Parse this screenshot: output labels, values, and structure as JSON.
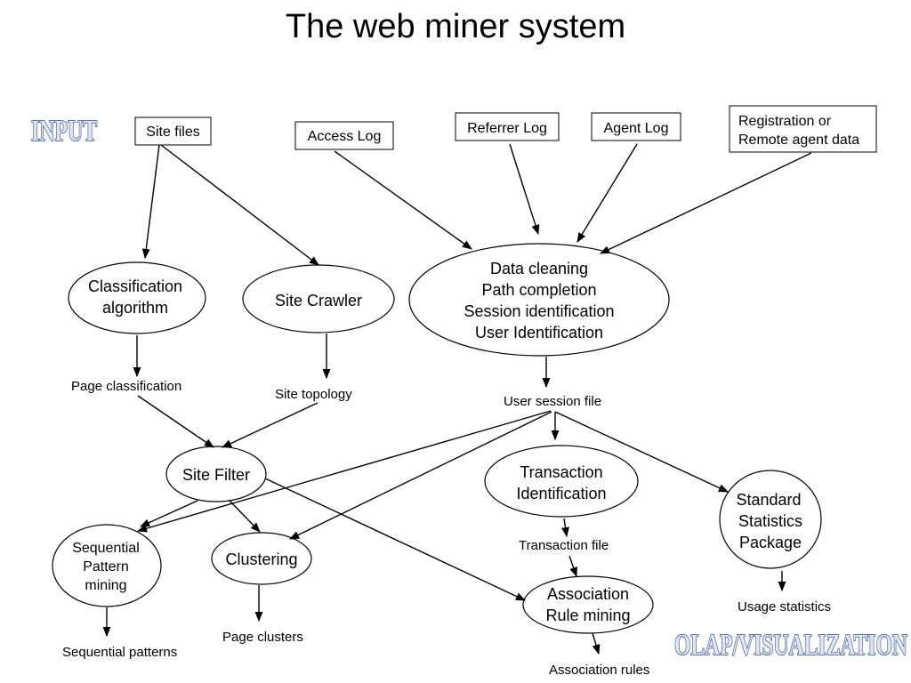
{
  "title": "The web miner system",
  "labels": {
    "input": "INPUT",
    "olap": "OLAP/VISUALIZATION"
  },
  "inputs": {
    "site_files": "Site files",
    "access_log": "Access Log",
    "referrer_log": "Referrer Log",
    "agent_log": "Agent Log",
    "registration_line1": "Registration or",
    "registration_line2": "Remote agent data"
  },
  "processes": {
    "classification_line1": "Classification",
    "classification_line2": "algorithm",
    "site_crawler": "Site Crawler",
    "preprocess_line1": "Data cleaning",
    "preprocess_line2": "Path completion",
    "preprocess_line3": "Session identification",
    "preprocess_line4": "User Identification",
    "site_filter": "Site Filter",
    "transaction_line1": "Transaction",
    "transaction_line2": "Identification",
    "stats_line1": "Standard",
    "stats_line2": "Statistics",
    "stats_line3": "Package",
    "sequential_line1": "Sequential",
    "sequential_line2": "Pattern",
    "sequential_line3": "mining",
    "clustering": "Clustering",
    "association_line1": "Association",
    "association_line2": "Rule mining"
  },
  "outputs": {
    "page_classification": "Page classification",
    "site_topology": "Site topology",
    "user_session_file": "User session file",
    "transaction_file": "Transaction file",
    "usage_statistics": "Usage statistics",
    "sequential_patterns": "Sequential patterns",
    "page_clusters": "Page clusters",
    "association_rules": "Association rules"
  }
}
